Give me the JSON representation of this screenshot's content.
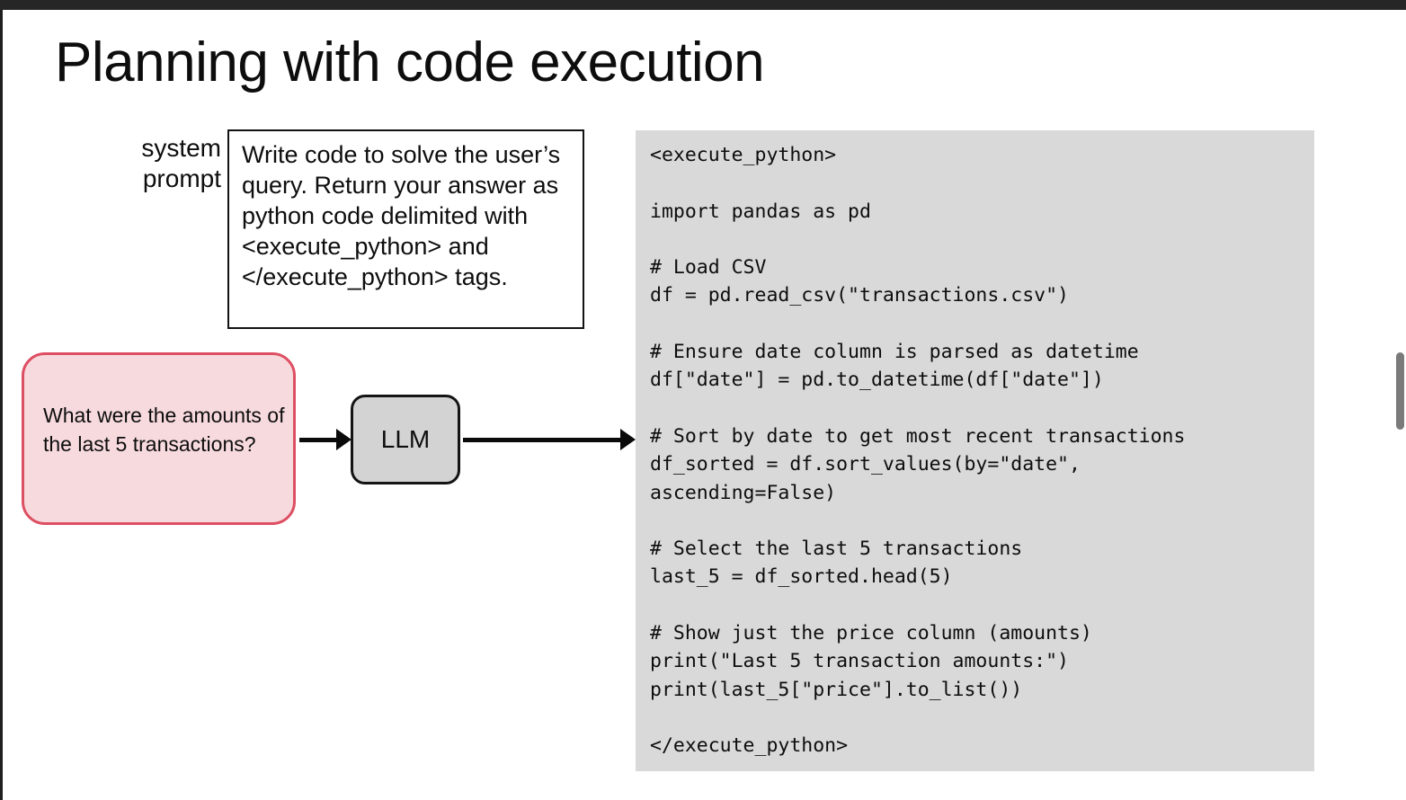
{
  "window": {
    "top_bar_color": "#262626",
    "scrollbar": {
      "name": "vertical-scrollbar",
      "thumb_color": "#7a7a7a"
    }
  },
  "slide": {
    "title": "Planning with code execution",
    "background": "#ffffff"
  },
  "system_prompt": {
    "label": "system\nprompt",
    "text": "Write code to solve the user’s query. Return your answer as python code delimited with <execute_python> and </execute_python> tags.",
    "border_color": "#121212",
    "background": "#ffffff"
  },
  "user_query": {
    "text": "What were the amounts of the last 5 transactions?",
    "background": "#f7dade",
    "border_color": "#dd4f62"
  },
  "llm_node": {
    "label": "LLM",
    "background": "#d3d3d3",
    "border_color": "#141414"
  },
  "flow": {
    "arrows": [
      {
        "name": "arrow-user-to-llm"
      },
      {
        "name": "arrow-llm-to-code"
      }
    ]
  },
  "code_output": {
    "background": "#d9d9d9",
    "text": "<execute_python>\n\nimport pandas as pd\n\n# Load CSV\ndf = pd.read_csv(\"transactions.csv\")\n\n# Ensure date column is parsed as datetime\ndf[\"date\"] = pd.to_datetime(df[\"date\"])\n\n# Sort by date to get most recent transactions\ndf_sorted = df.sort_values(by=\"date\",\nascending=False)\n\n# Select the last 5 transactions\nlast_5 = df_sorted.head(5)\n\n# Show just the price column (amounts)\nprint(\"Last 5 transaction amounts:\")\nprint(last_5[\"price\"].to_list())\n\n</execute_python>",
    "lines": [
      "<execute_python>",
      "",
      "import pandas as pd",
      "",
      "# Load CSV",
      "df = pd.read_csv(\"transactions.csv\")",
      "",
      "# Ensure date column is parsed as datetime",
      "df[\"date\"] = pd.to_datetime(df[\"date\"])",
      "",
      "# Sort by date to get most recent transactions",
      "df_sorted = df.sort_values(by=\"date\",",
      "ascending=False)",
      "",
      "# Select the last 5 transactions",
      "last_5 = df_sorted.head(5)",
      "",
      "# Show just the price column (amounts)",
      "print(\"Last 5 transaction amounts:\")",
      "print(last_5[\"price\"].to_list())",
      "",
      "</execute_python>"
    ]
  }
}
